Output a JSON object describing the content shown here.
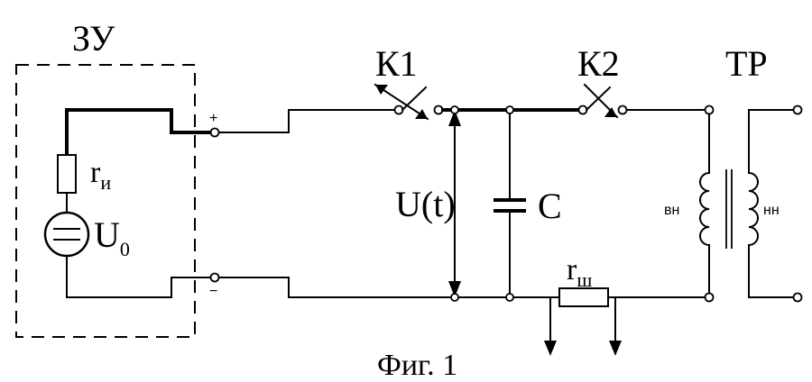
{
  "labels": {
    "charger": "ЗУ",
    "switch1": "К1",
    "switch2": "К2",
    "transformer": "ТР",
    "plus": "+",
    "minus": "−",
    "r_internal": "r",
    "r_internal_sub": "и",
    "source": "U",
    "source_sub": "0",
    "voltage": "U(t)",
    "capacitor": "C",
    "r_shunt": "r",
    "r_shunt_sub": "ш",
    "hv_winding": "вн",
    "lv_winding": "нн",
    "caption": "Фиг. 1"
  }
}
